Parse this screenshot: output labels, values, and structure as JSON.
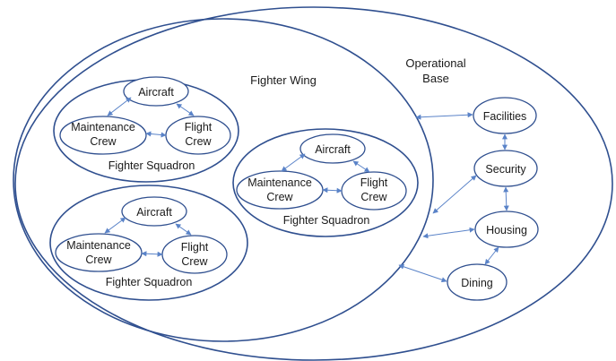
{
  "labels": {
    "operational_base_line1": "Operational",
    "operational_base_line2": "Base",
    "fighter_wing": "Fighter Wing",
    "squadron_label": "Fighter Squadron",
    "aircraft": "Aircraft",
    "maintenance_line1": "Maintenance",
    "maintenance_line2": "Crew",
    "flight_line1": "Flight",
    "flight_line2": "Crew",
    "facilities": "Facilities",
    "security": "Security",
    "housing": "Housing",
    "dining": "Dining"
  },
  "colors": {
    "outline": "#2f4f8f",
    "arrow": "#5a83c8"
  }
}
